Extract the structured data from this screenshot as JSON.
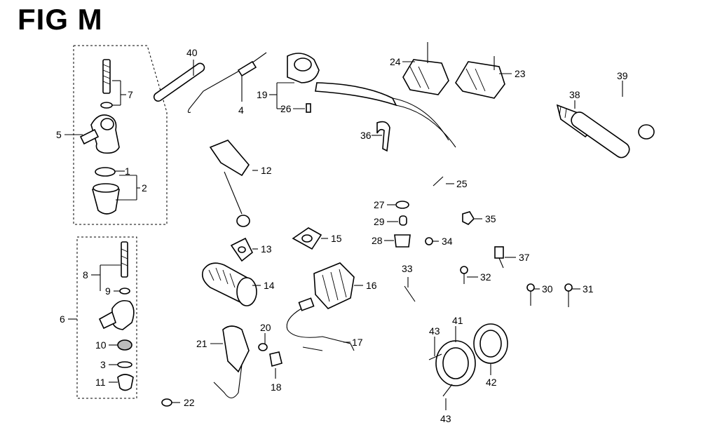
{
  "title": "FIG M",
  "callouts": {
    "c1": "1",
    "c2": "2",
    "c3": "3",
    "c4": "4",
    "c5": "5",
    "c6": "6",
    "c7": "7",
    "c8": "8",
    "c9": "9",
    "c10": "10",
    "c11": "11",
    "c12": "12",
    "c13": "13",
    "c14": "14",
    "c15": "15",
    "c16": "16",
    "c17": "17",
    "c18": "18",
    "c19": "19",
    "c20": "20",
    "c21": "21",
    "c22": "22",
    "c23": "23",
    "c24": "24",
    "c25": "25",
    "c26": "26",
    "c27": "27",
    "c28": "28",
    "c29": "29",
    "c30": "30",
    "c31": "31",
    "c32": "32",
    "c33": "33",
    "c34": "34",
    "c35": "35",
    "c36": "36",
    "c37": "37",
    "c38": "38",
    "c39": "39",
    "c40": "40",
    "c41": "41",
    "c42": "42",
    "c43a": "43",
    "c43b": "43"
  }
}
